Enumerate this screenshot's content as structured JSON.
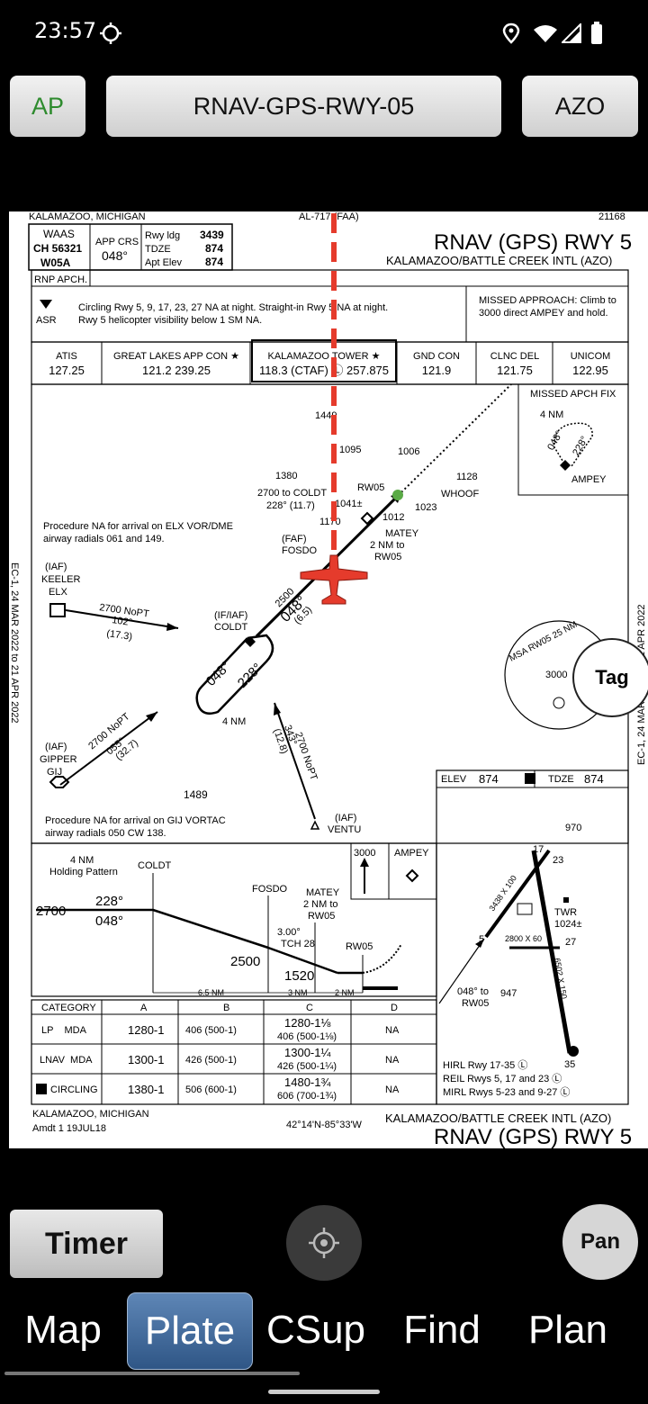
{
  "status": {
    "time": "23:57"
  },
  "toolbar": {
    "airport_type": "AP",
    "procedure": "RNAV-GPS-RWY-05",
    "airport": "AZO"
  },
  "plate": {
    "header": {
      "city": "KALAMAZOO, MICHIGAN",
      "chart_id": "AL-717 (FAA)",
      "number": "21168",
      "waas": "WAAS",
      "ch": "CH 56321",
      "ch_code": "W05A",
      "app_crs_label": "APP CRS",
      "app_crs": "048°",
      "rwy_ldg_label": "Rwy ldg",
      "rwy_ldg": "3439",
      "tdze_label": "TDZE",
      "tdze": "874",
      "apt_elev_label": "Apt Elev",
      "apt_elev": "874",
      "title": "RNAV (GPS) RWY 5",
      "airport_name": "KALAMAZOO/BATTLE CREEK INTL (AZO)",
      "rnp": "RNP APCH.",
      "asr": "ASR",
      "notes_1": "Circling Rwy 5, 9, 17, 23, 27 NA at night. Straight-in Rwy 5 NA at night.",
      "notes_2": "Rwy 5 helicopter visibility below 1 SM NA.",
      "missed_1": "MISSED APPROACH: Climb to",
      "missed_2": "3000 direct AMPEY and hold."
    },
    "comms": [
      {
        "name": "ATIS",
        "freq": "127.25"
      },
      {
        "name": "GREAT LAKES APP CON ★",
        "freq": "121.2  239.25"
      },
      {
        "name": "KALAMAZOO TOWER ★",
        "freq": "118.3 (CTAF) Ⓛ 257.875"
      },
      {
        "name": "GND CON",
        "freq": "121.9"
      },
      {
        "name": "CLNC DEL",
        "freq": "121.75"
      },
      {
        "name": "UNICOM",
        "freq": "122.95"
      }
    ],
    "plan": {
      "missed_fix": "MISSED APCH FIX",
      "hold_4nm": "4 NM",
      "hold_in": "048°",
      "hold_out": "228°",
      "ampey": "AMPEY",
      "o1449": "1449",
      "o1095": "1095",
      "o1006": "1006",
      "o1380": "1380",
      "o1128": "1128",
      "coldt_note_1": "2700 to COLDT",
      "coldt_note_2": "228° (11.7)",
      "rw05": "RW05",
      "whoof": "WHOOF",
      "o1041": "1041±",
      "o1012": "1012",
      "o1023": "1023",
      "o1170": "1170",
      "matey_1": "MATEY",
      "matey_2": "2 NM to",
      "matey_3": "RW05",
      "faf": "(FAF)",
      "fosdo": "FOSDO",
      "elx_note_1": "Procedure NA for arrival on ELX VOR/DME",
      "elx_note_2": "airway radials 061 and 149.",
      "iaf": "(IAF)",
      "keeler": "KEELER",
      "elx": "ELX",
      "elx_alt": "2700 NoPT",
      "elx_crs": "102°",
      "elx_dist": "(17.3)",
      "final_alt": "2500",
      "final_crs": "048°",
      "final_dist": "(6.5)",
      "if_iaf": "(IF/IAF)",
      "coldt": "COLDT",
      "pt_out": "048°",
      "pt_in": "228°",
      "pt_4nm": "4 NM",
      "gipper": "GIPPER",
      "gij": "GIJ",
      "gij_alt": "2700 NoPT",
      "gij_crs": "055°",
      "gij_dist": "(32.7)",
      "ventu_alt": "2700 NoPT",
      "ventu_crs": "343°",
      "ventu_dist": "(12.8)",
      "ventu": "VENTU",
      "o1489": "1489",
      "gij_note_1": "Procedure NA for arrival on GIJ VORTAC",
      "gij_note_2": "airway radials 050 CW 138.",
      "msa": "MSA RW05 25 NM",
      "msa_alt": "3000"
    },
    "margin": {
      "left": "EC-1, 24 MAR 2022 to 21 APR 2022",
      "right": "EC-1, 24 MAR 2022 to 21 APR 2022"
    },
    "profile": {
      "hold_4nm": "4 NM",
      "hold_pattern": "Holding Pattern",
      "coldt": "COLDT",
      "alt_2700": "2700",
      "crs_228": "228°",
      "crs_048": "048°",
      "fosdo": "FOSDO",
      "matey": "MATEY",
      "matey_2": "2 NM to",
      "matey_3": "RW05",
      "gpa": "3.00°",
      "tch": "TCH 28",
      "rw05": "RW05",
      "alt_2500": "2500",
      "alt_1520": "1520",
      "d1": "6.5 NM",
      "d2": "3 NM",
      "d3": "2 NM",
      "ma_alt": "3000",
      "ma_fix": "AMPEY"
    },
    "minima": {
      "headers": [
        "CATEGORY",
        "A",
        "B",
        "C",
        "D"
      ],
      "rows": [
        {
          "label": "LP    MDA",
          "a": "1280-1",
          "b": "406 (500-1)",
          "c1": "1280-1⅛",
          "c2": "406 (500-1⅛)",
          "d": "NA"
        },
        {
          "label": "LNAV  MDA",
          "a": "1300-1",
          "b": "426 (500-1)",
          "c1": "1300-1¼",
          "c2": "426 (500-1¼)",
          "d": "NA"
        },
        {
          "label": "CIRCLING",
          "a": "1380-1",
          "b": "506 (600-1)",
          "c1": "1480-1¾",
          "c2": "606 (700-1¾)",
          "d": "NA"
        }
      ]
    },
    "airport": {
      "elev_label": "ELEV",
      "elev": "874",
      "tdze_label": "TDZE",
      "tdze": "874",
      "o970": "970",
      "twr": "TWR",
      "twr_elev": "1024±",
      "rwy_dim_1": "2800 X 60",
      "rwy_dim_2": "3438 X 100",
      "rwy_dim_3": "6502 X 150",
      "r5": "5",
      "r23": "23",
      "r27": "27",
      "r35": "35",
      "r17": "17",
      "crs_048": "048° to",
      "crs_rw05": "RW05",
      "o947": "947",
      "lights_1": "HIRL Rwy 17-35 Ⓛ",
      "lights_2": "REIL Rwys 5, 17 and 23 Ⓛ",
      "lights_3": "MIRL Rwys 5-23 and 9-27 Ⓛ"
    },
    "footer": {
      "city": "KALAMAZOO, MICHIGAN",
      "amdt": "Amdt 1  19JUL18",
      "coords": "42°14'N-85°33'W",
      "airport_name": "KALAMAZOO/BATTLE CREEK INTL (AZO)",
      "title": "RNAV (GPS) RWY 5"
    }
  },
  "overlay": {
    "tag": "Tag"
  },
  "bottom": {
    "timer": "Timer",
    "pan": "Pan"
  },
  "tabs": [
    "Map",
    "Plate",
    "CSup",
    "Find",
    "Plan"
  ],
  "colors": {
    "accent": "#2f5686",
    "ownship": "#e53b2c",
    "ap_text": "#2e8b2e"
  }
}
